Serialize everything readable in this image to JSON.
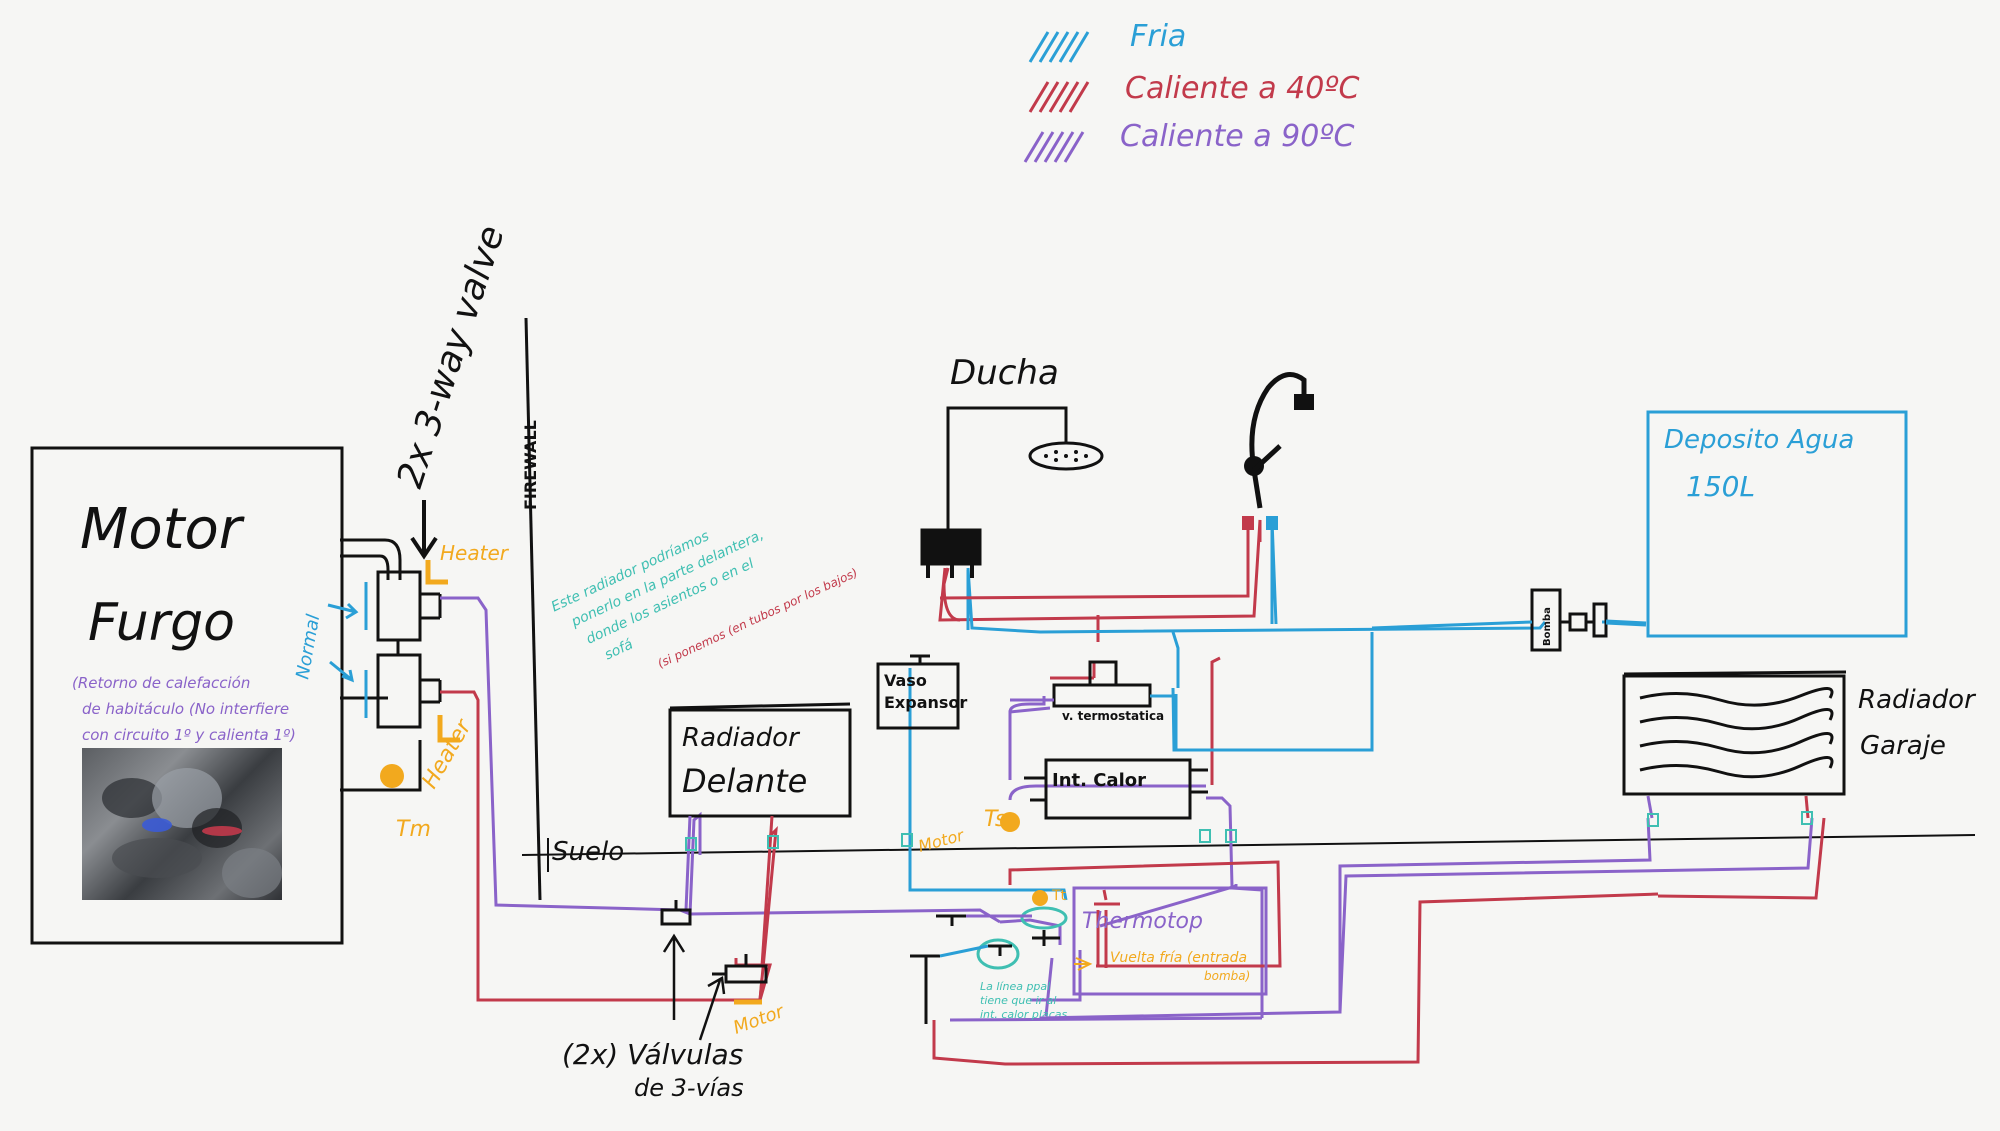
{
  "legend": [
    {
      "label": "Fria",
      "color": "#2a9fd6"
    },
    {
      "label": "Caliente a 40ºC",
      "color": "#c23a4b"
    },
    {
      "label": "Caliente a 90ºC",
      "color": "#8a63c9"
    }
  ],
  "colors": {
    "cold": "#2a9fd6",
    "hot40": "#c23a4b",
    "hot90": "#8a63c9",
    "black": "#111111",
    "sensor": "#f2a91e",
    "teal": "#3fbfb2",
    "bg": "#f6f6f4"
  },
  "labels": {
    "motor": "Motor",
    "furgo": "Furgo",
    "retorno": [
      "(Retorno de calefacción",
      "de habitáculo (No interfiere",
      "con circuito 1º y calienta 1º)"
    ],
    "normal": "Normal",
    "valve_note": "2x 3-way valve",
    "heater_top": "Heater",
    "heater_bottom": "Heater",
    "tm": "Tm",
    "firewall": "FIREWALL",
    "suelo": "Suelo",
    "radiador_delante": [
      "Radiador",
      "Delante"
    ],
    "teal_note": [
      "Este radiador podríamos",
      "ponerlo en la parte delantera,",
      "donde los asientos o en el",
      "sofá"
    ],
    "red_note": [
      "(si ponemos (en tubos por los bajos)"
    ],
    "vaso": [
      "Vaso",
      "Expansor"
    ],
    "ducha": "Ducha",
    "termostatica": "v. termostatica",
    "int_calor": "Int. Calor",
    "motor_ts": "Motor",
    "ts": "Ts",
    "tt": "Tt",
    "thermotop": "Thermotop",
    "vuelta_fria": [
      "Vuelta fría (entrada",
      "bomba)"
    ],
    "linea_note": [
      "La línea ppal",
      "tiene que ir al",
      "int. calor placas"
    ],
    "valvulas": [
      "(2x) Válvulas",
      "de 3-vías"
    ],
    "motor_valve": "Motor",
    "deposito": [
      "Deposito Agua",
      "150L"
    ],
    "bomba": "Bomba",
    "radiador_garaje": [
      "Radiador",
      "Garaje"
    ]
  }
}
